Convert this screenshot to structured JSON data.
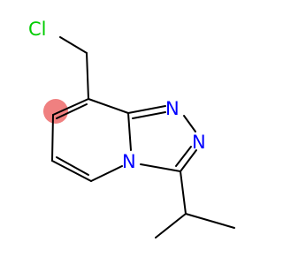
{
  "molecule": {
    "atoms": {
      "cl_label": "Cl",
      "n1_label": "N",
      "n2_label": "N",
      "n3_label": "N"
    },
    "colors": {
      "chlorine": "#00cc00",
      "nitrogen": "#0000ff",
      "bond": "#000000",
      "highlight": "#f08080"
    }
  }
}
